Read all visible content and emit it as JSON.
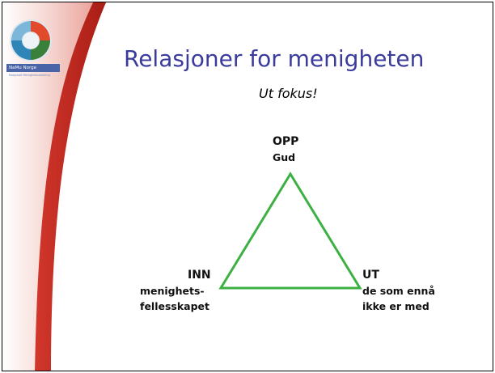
{
  "slide": {
    "title": "Relasjoner for menigheten",
    "subtitle": "Ut fokus!"
  },
  "logo": {
    "caption": "NaMu Norge",
    "subcaption": "Nasjonalt Menighetsutvikling"
  },
  "diagram": {
    "top": {
      "heading": "OPP",
      "text": "Gud"
    },
    "left": {
      "heading": "INN",
      "line1": "menighets-",
      "line2": "fellesskapet"
    },
    "right": {
      "heading": "UT",
      "line1": "de som ennå",
      "line2": "ikke er med"
    }
  },
  "colors": {
    "title": "#3b3b9c",
    "triangle": "#3cb043",
    "band_red": "#c0281e",
    "band_pink": "#f2c9c4",
    "logo_blue": "#4a64a8"
  }
}
